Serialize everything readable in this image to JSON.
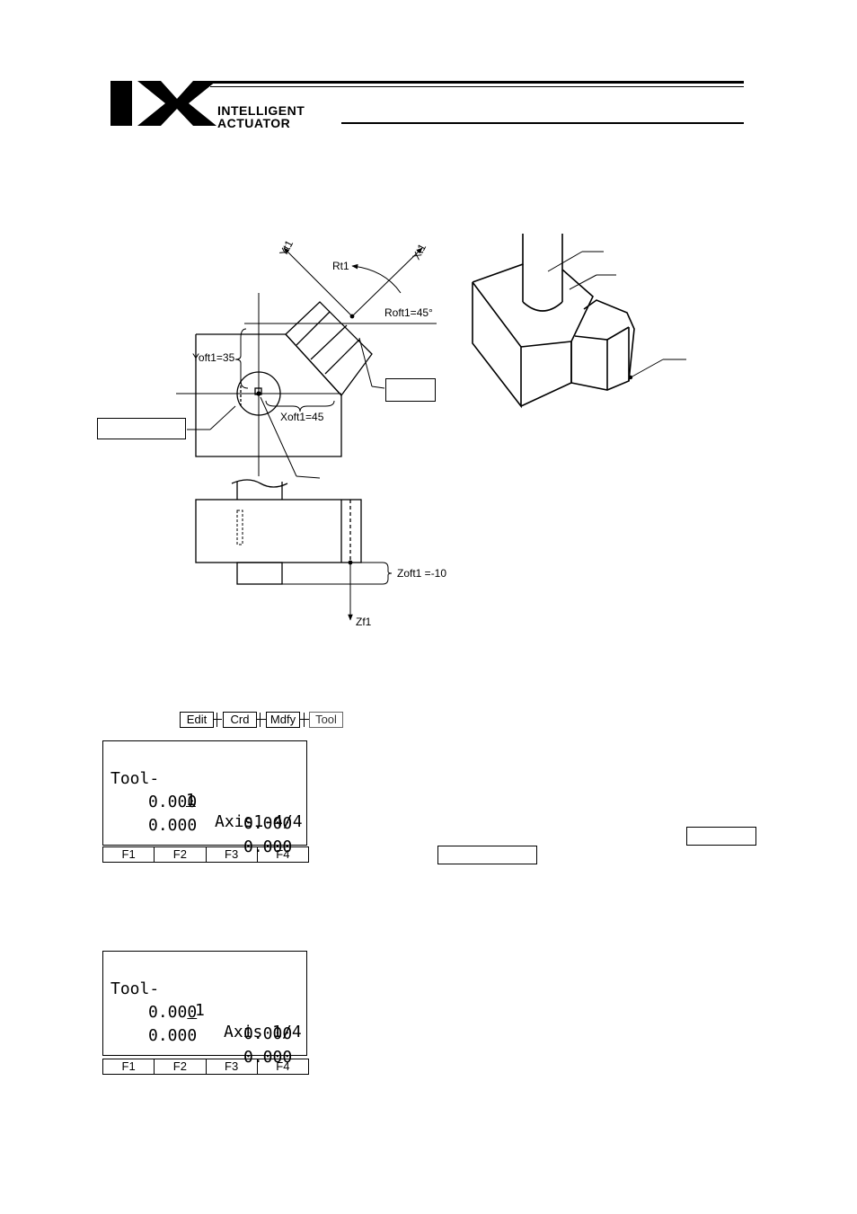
{
  "header": {
    "logo_text": "IX",
    "brand_line1": "INTELLIGENT",
    "brand_line2": "ACTUATOR"
  },
  "diagram_labels": {
    "yt1": "Yt1",
    "xt1": "Xt1",
    "rt1": "Rt1",
    "roft1": "Roft1=45°",
    "yoft1": "Yoft1=35",
    "xoft1": "Xoft1=45",
    "zoft1": "Zoft1 =-10",
    "zf1": "Zf1"
  },
  "key_sequence": [
    "Edit",
    "Crd",
    "Mdfy",
    "Tool"
  ],
  "lcd1": {
    "title": "Tool-",
    "tool_no": "1",
    "axis": "Axis1-4/4",
    "r1c1": "0.000",
    "r1c2": "0.000",
    "r2c1": "0.000",
    "r2c2": "0.000"
  },
  "lcd2": {
    "title": "Tool-",
    "tool_no": "1",
    "axis": "Axis 1/4",
    "r1c1_head": "0.00",
    "r1c1_tail": "0",
    "r1c2": "0.000",
    "r2c1": "0.000",
    "r2c2": "0.000"
  },
  "function_keys": [
    "F1",
    "F2",
    "F3",
    "F4"
  ]
}
